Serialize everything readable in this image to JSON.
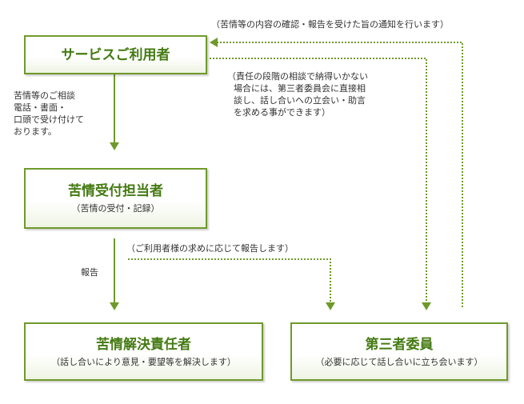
{
  "nodes": {
    "user": {
      "title": "サービスご利用者"
    },
    "reception": {
      "title": "苦情受付担当者",
      "sub": "（苦情の受付・記録）"
    },
    "resolver": {
      "title": "苦情解決責任者",
      "sub": "（話し合いにより意見・要望等を解決します）"
    },
    "third_party": {
      "title": "第三者委員",
      "sub": "（必要に応じて話し合いに立ち会います）"
    }
  },
  "labels": {
    "top_notice": "（苦情等の内容の確認・報告を受けた旨の通知を行います）",
    "consult": [
      "苦情等のご相談",
      "電話・書面・",
      "口頭で受け付けて",
      "おります。"
    ],
    "third_party_note": [
      "（責任の段階の相談で納得いかない",
      "場合には、第三者委員会に直接相",
      "談し、話し合いへの立会い・助言",
      "を求める事ができます）"
    ],
    "report": "報告",
    "request_note": "（ご利用者様の求めに応じて報告します）"
  },
  "colors": {
    "accent": "#6f9a2b",
    "title_text": "#447a12"
  }
}
